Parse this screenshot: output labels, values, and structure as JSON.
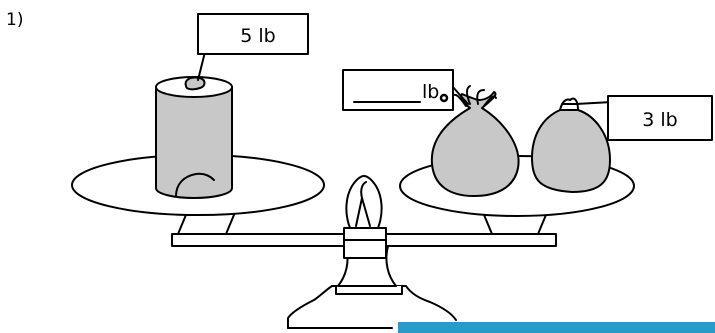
{
  "problem": {
    "number_label": "1)"
  },
  "tags": {
    "left_weight": {
      "value": "5 lb"
    },
    "middle_bag": {
      "value": "",
      "unit": "lb"
    },
    "right_bag": {
      "value": "3 lb"
    }
  },
  "colors": {
    "object_fill": "#c8c8c8",
    "outline": "#000000",
    "accent_bar": "#2a9ac6"
  }
}
